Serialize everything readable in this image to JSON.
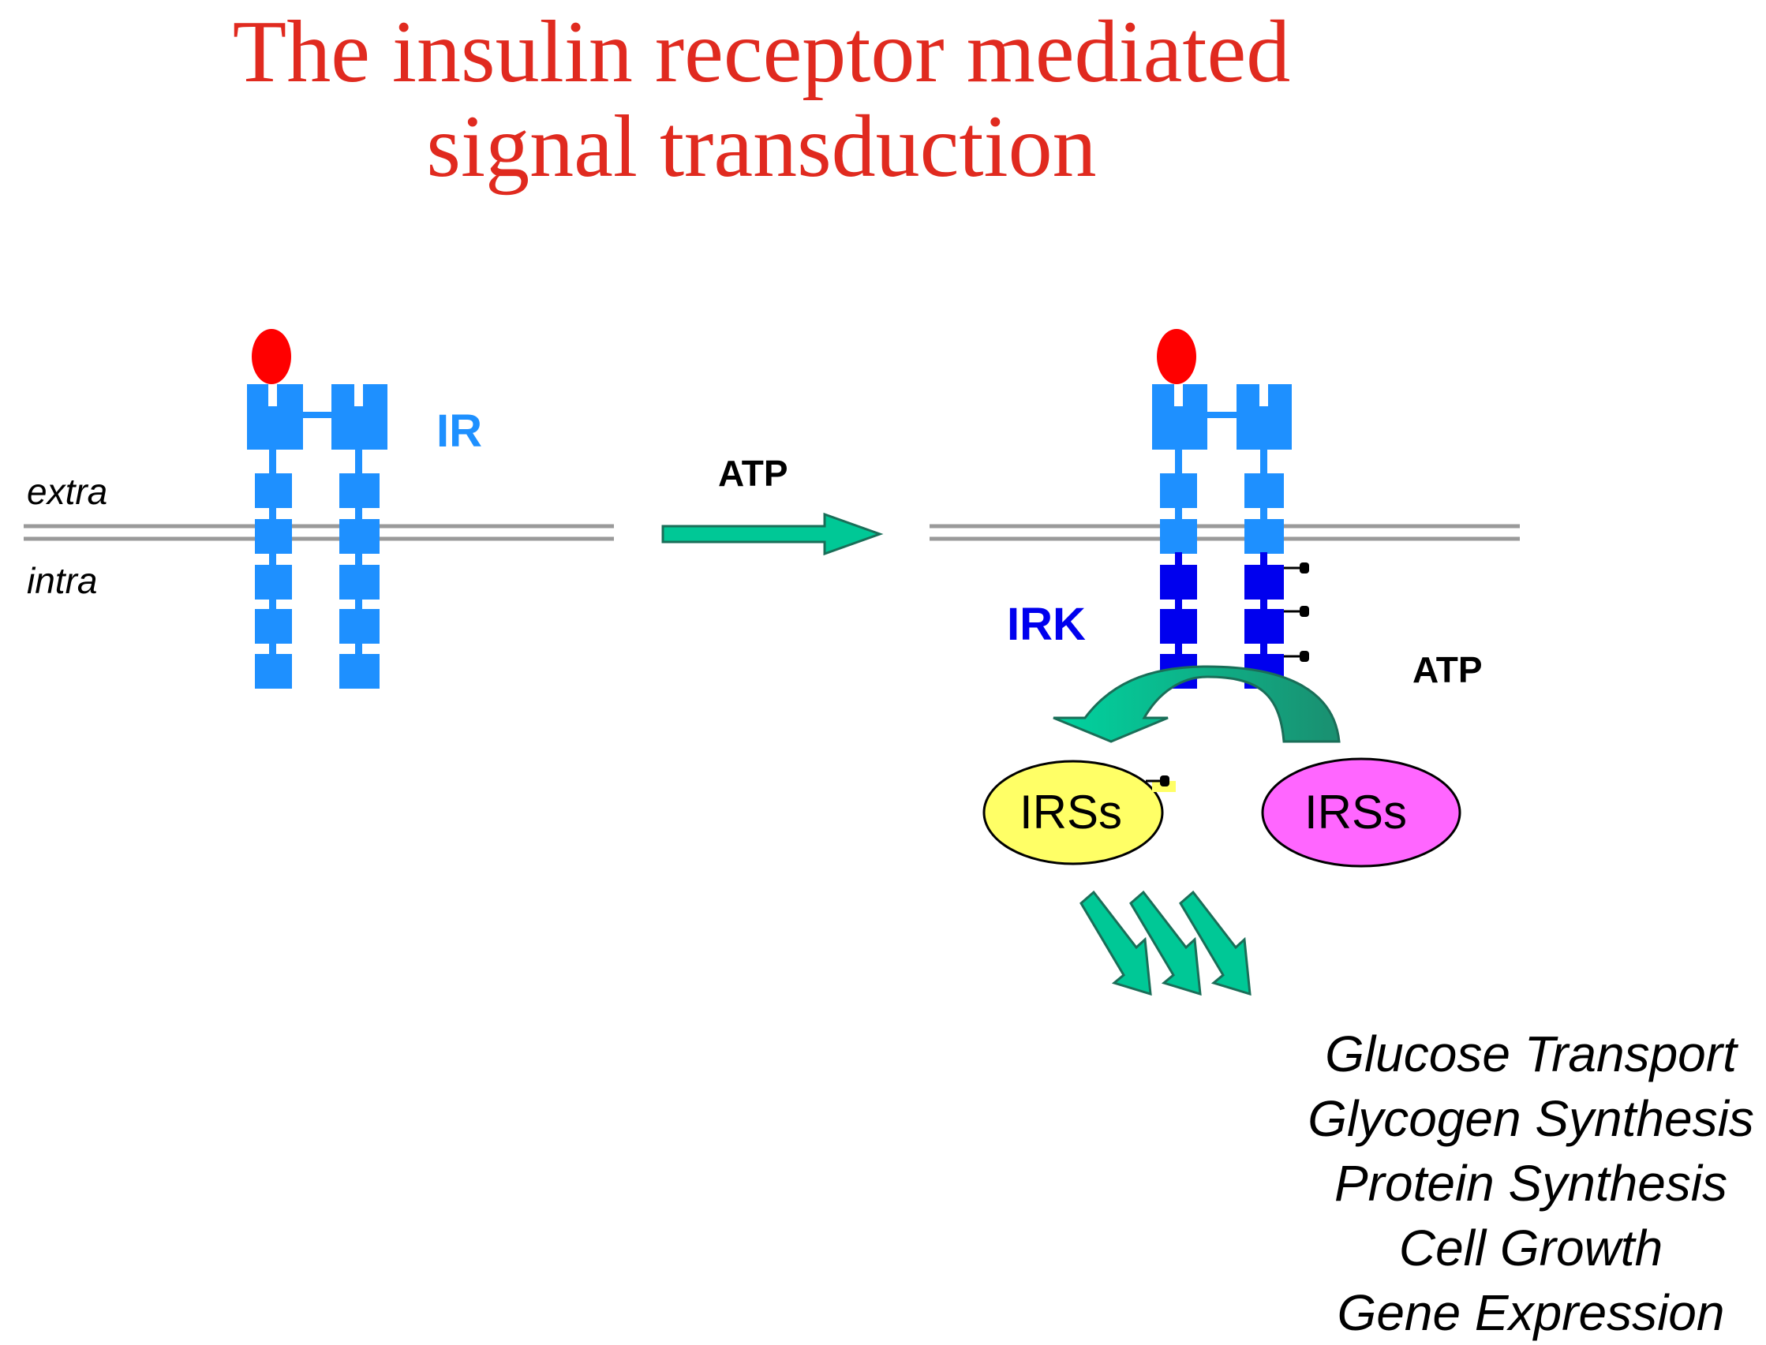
{
  "title": {
    "line1": "The insulin receptor mediated",
    "line2": "signal transduction"
  },
  "labels": {
    "ir": "IR",
    "irk": "IRK",
    "extra": "extra",
    "intra": "intra",
    "atp_main": "ATP",
    "atp_phos": "ATP",
    "irs_phosphorylated": "IRSs",
    "irs_unphosphorylated": "IRSs"
  },
  "outcomes": [
    "Glucose Transport",
    "Glycogen Synthesis",
    "Protein Synthesis",
    "Cell Growth",
    "Gene Expression"
  ],
  "colors": {
    "title": "#e02a1f",
    "ir_receptor": "#1e90ff",
    "irk_kinase": "#0000ee",
    "insulin": "#ff0000",
    "arrow_fill": "#00c896",
    "arrow_dark": "#1a9a78",
    "membrane": "#9a9a9a",
    "irs_yellow": "#ffff66",
    "irs_pink": "#ff66ff",
    "phosphate": "#000000"
  },
  "icons": {
    "insulin": "red-oval",
    "phosphate": "lollipop-dot"
  }
}
